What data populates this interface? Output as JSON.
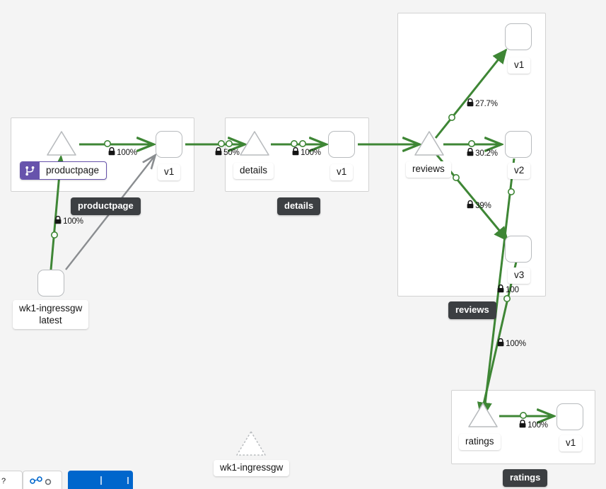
{
  "canvas": {
    "background": "#f4f4f4",
    "edge_color": "#3e8635",
    "idle_edge_color": "#8a8d90",
    "group_border": "#d2d2d2",
    "badge_color": "#6753ac",
    "tooltip_bg": "#3c3f42"
  },
  "groups": [
    {
      "id": "productpage",
      "label": "productpage"
    },
    {
      "id": "details",
      "label": "details"
    },
    {
      "id": "reviews",
      "label": "reviews"
    },
    {
      "id": "ratings",
      "label": "ratings"
    }
  ],
  "nodes": [
    {
      "id": "ingressgw-workload",
      "label": "wk1-ingressgw\nlatest",
      "shape": "box"
    },
    {
      "id": "ingressgw-service",
      "label": "wk1-ingressgw",
      "shape": "triangle-dashed"
    },
    {
      "id": "productpage-service",
      "label": "productpage",
      "shape": "triangle",
      "badge": "virtual-service-icon"
    },
    {
      "id": "productpage-v1",
      "label": "v1",
      "shape": "box"
    },
    {
      "id": "details-service",
      "label": "details",
      "shape": "triangle"
    },
    {
      "id": "details-v1",
      "label": "v1",
      "shape": "box"
    },
    {
      "id": "reviews-service",
      "label": "reviews",
      "shape": "triangle"
    },
    {
      "id": "reviews-v1",
      "label": "v1",
      "shape": "box"
    },
    {
      "id": "reviews-v2",
      "label": "v2",
      "shape": "box"
    },
    {
      "id": "reviews-v3",
      "label": "v3",
      "shape": "box"
    },
    {
      "id": "ratings-service",
      "label": "ratings",
      "shape": "triangle"
    },
    {
      "id": "ratings-v1",
      "label": "v1",
      "shape": "box"
    }
  ],
  "edges": [
    {
      "id": "ingress-to-productpage",
      "from": "ingressgw-workload",
      "to": "productpage-service",
      "percent": "100%",
      "secure": true,
      "status": "active"
    },
    {
      "id": "ingress-to-productpage-v1",
      "from": "ingressgw-workload",
      "to": "productpage-v1",
      "percent": "",
      "secure": false,
      "status": "idle"
    },
    {
      "id": "productpage-svc-to-v1",
      "from": "productpage-service",
      "to": "productpage-v1",
      "percent": "100%",
      "secure": true,
      "status": "active"
    },
    {
      "id": "productpage-v1-to-details",
      "from": "productpage-v1",
      "to": "details-service",
      "percent": "50%",
      "secure": true,
      "status": "active"
    },
    {
      "id": "details-svc-to-v1",
      "from": "details-service",
      "to": "details-v1",
      "percent": "100%",
      "secure": true,
      "status": "active"
    },
    {
      "id": "details-v1-to-reviews",
      "from": "details-v1",
      "to": "reviews-service",
      "percent": "",
      "secure": false,
      "status": "active"
    },
    {
      "id": "reviews-svc-to-v1",
      "from": "reviews-service",
      "to": "reviews-v1",
      "percent": "27.7%",
      "secure": true,
      "status": "active"
    },
    {
      "id": "reviews-svc-to-v2",
      "from": "reviews-service",
      "to": "reviews-v2",
      "percent": "30.2%",
      "secure": true,
      "status": "active"
    },
    {
      "id": "reviews-svc-to-v3",
      "from": "reviews-service",
      "to": "reviews-v3",
      "percent": "39%",
      "secure": true,
      "status": "active"
    },
    {
      "id": "reviews-v3-to-ratings",
      "from": "reviews-v3",
      "to": "ratings-service",
      "percent": "100",
      "secure": true,
      "status": "active"
    },
    {
      "id": "reviews-v2-to-ratings",
      "from": "reviews-v2",
      "to": "ratings-service",
      "percent": "100%",
      "secure": true,
      "status": "active"
    },
    {
      "id": "ratings-svc-to-v1",
      "from": "ratings-service",
      "to": "ratings-v1",
      "percent": "100%",
      "secure": true,
      "status": "active"
    }
  ],
  "edge_labels": {
    "ingress_to_productpage": "100%",
    "productpage_svc_to_v1": "100%",
    "productpage_v1_to_details": "50%",
    "details_svc_to_v1": "100%",
    "reviews_to_v1": "27.7%",
    "reviews_to_v2": "30.2%",
    "reviews_to_v3": "39%",
    "v3_to_ratings": "100",
    "v2_to_ratings": "100%",
    "ratings_svc_to_v1": "100%"
  },
  "node_labels": {
    "ingressgw_workload": "wk1-ingressgw\nlatest",
    "ingressgw_service": "wk1-ingressgw",
    "productpage_service": "productpage",
    "productpage_v1": "v1",
    "details_service": "details",
    "details_v1": "v1",
    "reviews_service": "reviews",
    "reviews_v1": "v1",
    "reviews_v2": "v2",
    "reviews_v3": "v3",
    "ratings_service": "ratings",
    "ratings_v1": "v1"
  },
  "group_labels": {
    "productpage": "productpage",
    "details": "details",
    "reviews": "reviews",
    "ratings": "ratings"
  }
}
